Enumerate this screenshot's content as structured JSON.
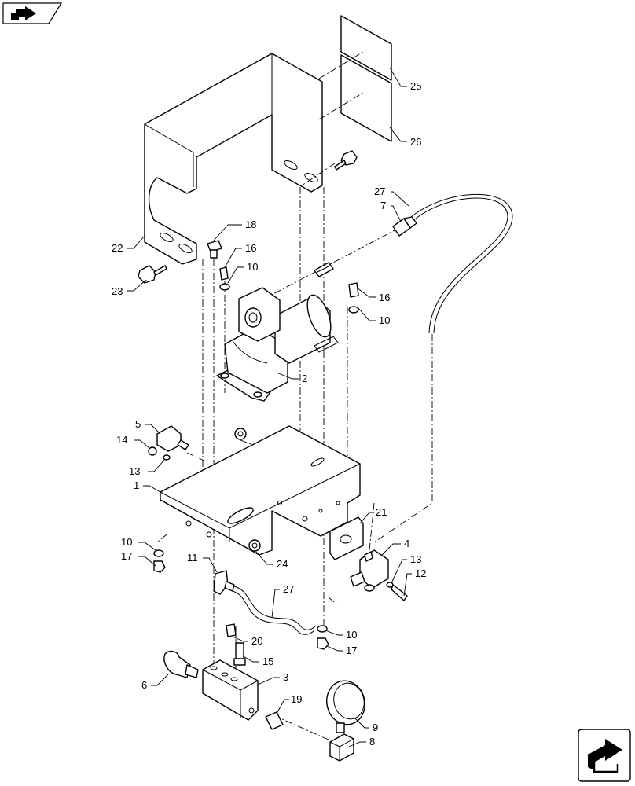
{
  "callouts": [
    {
      "id": "c25",
      "label": "25"
    },
    {
      "id": "c26",
      "label": "26"
    },
    {
      "id": "c27a",
      "label": "27"
    },
    {
      "id": "c7",
      "label": "7"
    },
    {
      "id": "c22",
      "label": "22"
    },
    {
      "id": "c23",
      "label": "23"
    },
    {
      "id": "c18",
      "label": "18"
    },
    {
      "id": "c16a",
      "label": "16"
    },
    {
      "id": "c10a",
      "label": "10"
    },
    {
      "id": "c16b",
      "label": "16"
    },
    {
      "id": "c10b",
      "label": "10"
    },
    {
      "id": "c2",
      "label": "2"
    },
    {
      "id": "c5",
      "label": "5"
    },
    {
      "id": "c14",
      "label": "14"
    },
    {
      "id": "c13a",
      "label": "13"
    },
    {
      "id": "c1",
      "label": "1"
    },
    {
      "id": "c21",
      "label": "21"
    },
    {
      "id": "c4",
      "label": "4"
    },
    {
      "id": "c13b",
      "label": "13"
    },
    {
      "id": "c12",
      "label": "12"
    },
    {
      "id": "c10c",
      "label": "10"
    },
    {
      "id": "c17a",
      "label": "17"
    },
    {
      "id": "c11",
      "label": "11"
    },
    {
      "id": "c24",
      "label": "24"
    },
    {
      "id": "c27b",
      "label": "27"
    },
    {
      "id": "c10d",
      "label": "10"
    },
    {
      "id": "c20",
      "label": "20"
    },
    {
      "id": "c17b",
      "label": "17"
    },
    {
      "id": "c15",
      "label": "15"
    },
    {
      "id": "c6",
      "label": "6"
    },
    {
      "id": "c3",
      "label": "3"
    },
    {
      "id": "c19",
      "label": "19"
    },
    {
      "id": "c9",
      "label": "9"
    },
    {
      "id": "c8",
      "label": "8"
    }
  ],
  "nav": {
    "top_icon": "back-arrow-icon",
    "bottom_icon": "forward-arrow-icon"
  }
}
